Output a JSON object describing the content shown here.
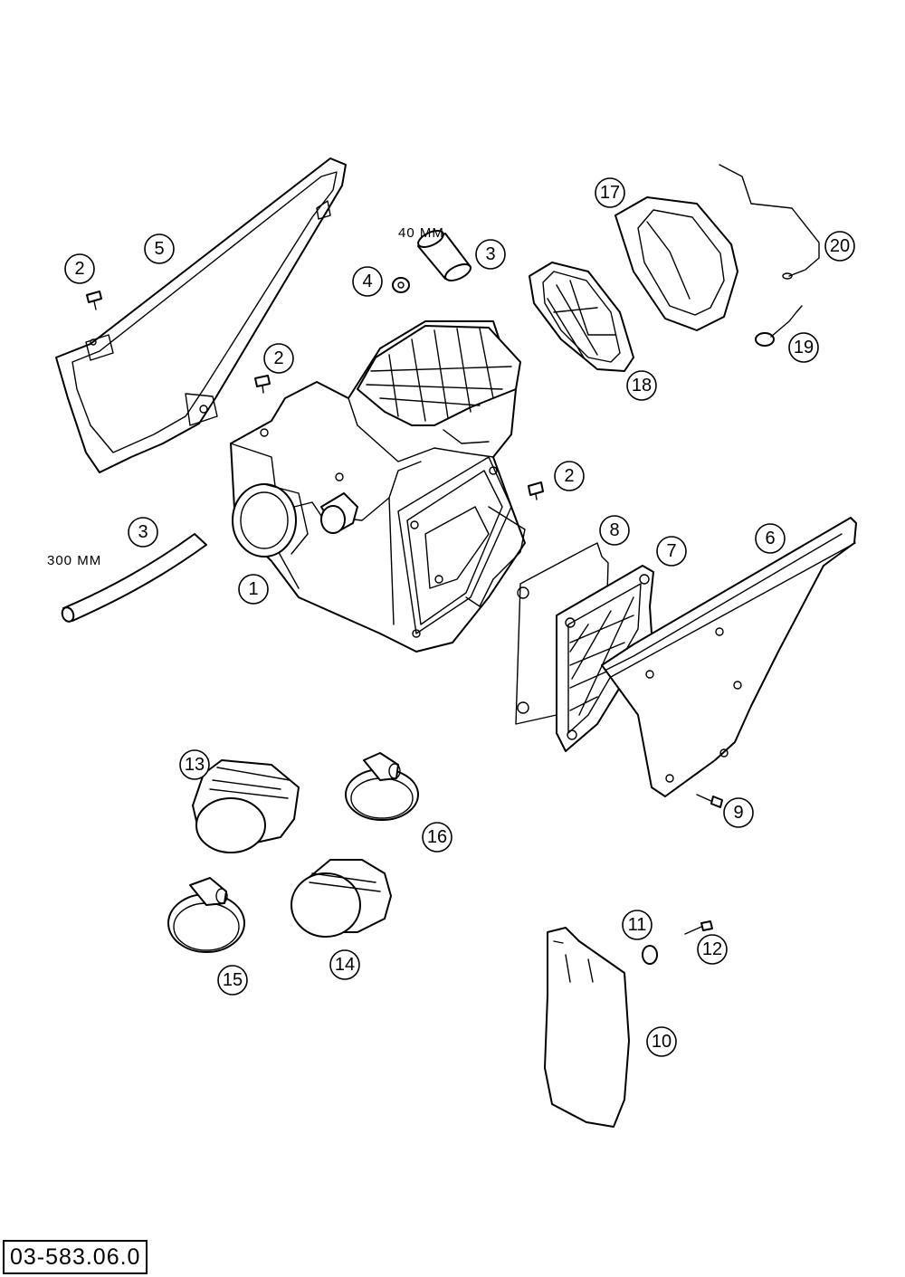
{
  "diagram": {
    "reference_code": "03-583.06.0",
    "dimension_labels": {
      "hose_long": "300 MM",
      "hose_short": "40 MM"
    },
    "callouts": [
      {
        "id": "c1",
        "number": "1"
      },
      {
        "id": "c2a",
        "number": "2"
      },
      {
        "id": "c2b",
        "number": "2"
      },
      {
        "id": "c2c",
        "number": "2"
      },
      {
        "id": "c3a",
        "number": "3"
      },
      {
        "id": "c3b",
        "number": "3"
      },
      {
        "id": "c4",
        "number": "4"
      },
      {
        "id": "c5",
        "number": "5"
      },
      {
        "id": "c6",
        "number": "6"
      },
      {
        "id": "c7",
        "number": "7"
      },
      {
        "id": "c8",
        "number": "8"
      },
      {
        "id": "c9",
        "number": "9"
      },
      {
        "id": "c10",
        "number": "10"
      },
      {
        "id": "c11",
        "number": "11"
      },
      {
        "id": "c12",
        "number": "12"
      },
      {
        "id": "c13",
        "number": "13"
      },
      {
        "id": "c14",
        "number": "14"
      },
      {
        "id": "c15",
        "number": "15"
      },
      {
        "id": "c16",
        "number": "16"
      },
      {
        "id": "c17",
        "number": "17"
      },
      {
        "id": "c18",
        "number": "18"
      },
      {
        "id": "c19",
        "number": "19"
      },
      {
        "id": "c20",
        "number": "20"
      }
    ]
  }
}
